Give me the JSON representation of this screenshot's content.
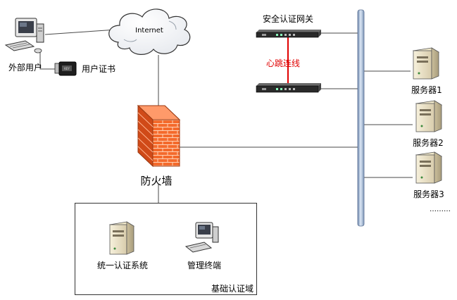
{
  "labels": {
    "internet": "Internet",
    "external_user": "外部用户",
    "user_cert": "用户证书",
    "firewall": "防火墙",
    "gateway": "安全认证网关",
    "heartbeat": "心跳连线",
    "server1": "服务器1",
    "server2": "服务器2",
    "server3": "服务器3",
    "more": "………",
    "auth_system": "统一认证系统",
    "mgmt_terminal": "管理终端",
    "domain": "基础认证域"
  },
  "colors": {
    "heartbeat_line": "#e00000",
    "heartbeat_text": "#e00000",
    "firewall": "#ff7a3c",
    "bus": "#b9cde6"
  }
}
